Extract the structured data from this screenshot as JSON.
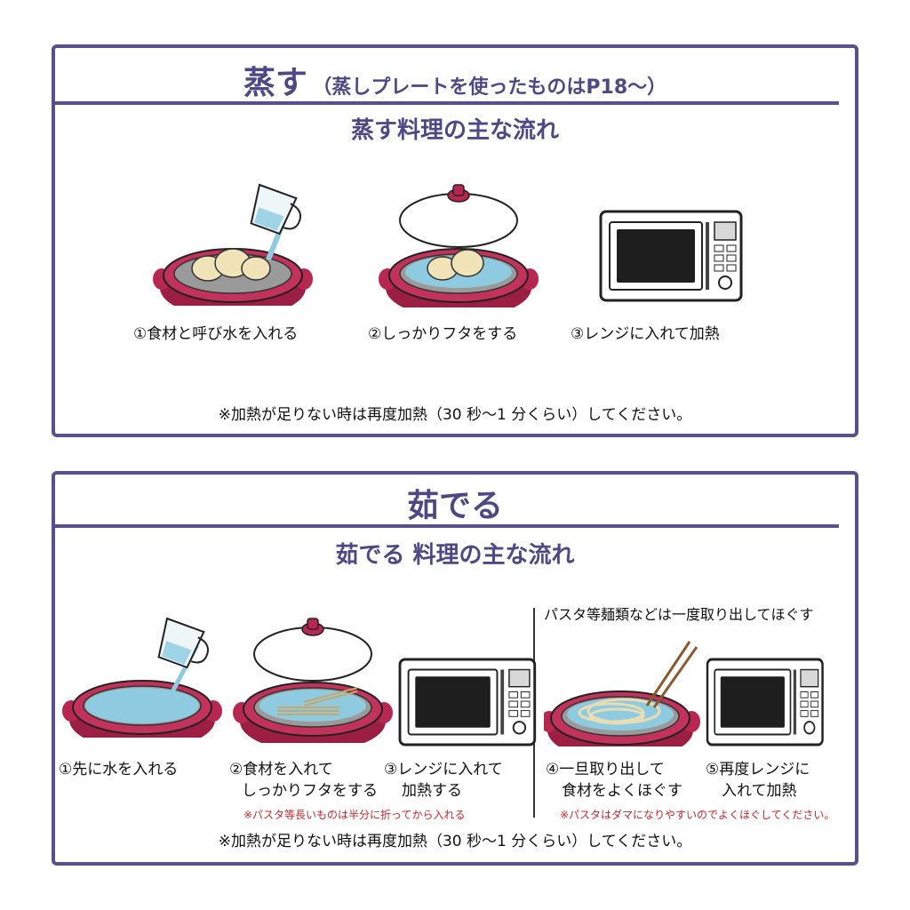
{
  "steam": {
    "title": "蒸す",
    "title_note": "（蒸しプレートを使ったものはP18～）",
    "subtitle": "蒸す料理の主な流れ",
    "steps": [
      {
        "label": "①食材と呼び水を入れる"
      },
      {
        "label": "②しっかりフタをする"
      },
      {
        "label": "③レンジに入れて加熱"
      }
    ],
    "footnote": "※加熱が足りない時は再度加熱（30 秒～1 分くらい）してください。"
  },
  "boil": {
    "title": "茹でる",
    "subtitle": "茹でる 料理の主な流れ",
    "pasta_heading": "パスタ等麺類などは一度取り出してほぐす",
    "steps": [
      {
        "line1": "①先に水を入れる",
        "line2": ""
      },
      {
        "line1": "②食材を入れて",
        "line2": "しっかりフタをする"
      },
      {
        "line1": "③レンジに入れて",
        "line2": "加熱する"
      },
      {
        "line1": "④一旦取り出して",
        "line2": "食材をよくほぐす"
      },
      {
        "line1": "⑤再度レンジに",
        "line2": "入れて加熱"
      }
    ],
    "note_left": "※パスタ等長いものは半分に折ってから入れる",
    "note_right": "※パスタはダマになりやすいのでよくほぐしてください。",
    "footnote": "※加熱が足りない時は再度加熱（30 秒～1 分くらい）してください。"
  },
  "colors": {
    "accent": "#5a4f8c",
    "dish": "#b8274f",
    "water": "#8fcbe0",
    "note": "#c8262c"
  }
}
